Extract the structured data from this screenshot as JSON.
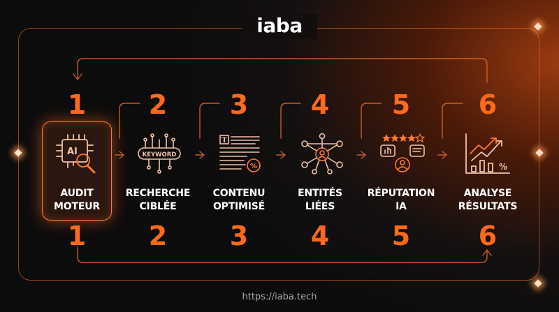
{
  "brand": {
    "logo_text": "iaba"
  },
  "steps": [
    {
      "number": "1",
      "line1": "AUDIT",
      "line2": "MOTEUR",
      "icon": "ai-chip-search-icon"
    },
    {
      "number": "2",
      "line1": "RECHERCHE",
      "line2": "CIBLÉE",
      "icon": "keyword-network-icon"
    },
    {
      "number": "3",
      "line1": "CONTENU",
      "line2": "OPTIMISÉ",
      "icon": "text-document-icon"
    },
    {
      "number": "4",
      "line1": "ENTITÉS",
      "line2": "LIÉES",
      "icon": "entity-network-icon"
    },
    {
      "number": "5",
      "line1": "RÉPUTATION",
      "line2": "IA",
      "icon": "reputation-reviews-icon"
    },
    {
      "number": "6",
      "line1": "ANALYSE",
      "line2": "RÉSULTATS",
      "icon": "growth-chart-icon"
    }
  ],
  "icon_texts": {
    "ai": "AI",
    "keyword": "KEYWORD",
    "text_t": "T",
    "percent": "%",
    "chart_percent": "%"
  },
  "footer": {
    "url": "https://iaba.tech"
  },
  "colors": {
    "accent": "#ff6a1a",
    "background": "#0d0c0c"
  }
}
